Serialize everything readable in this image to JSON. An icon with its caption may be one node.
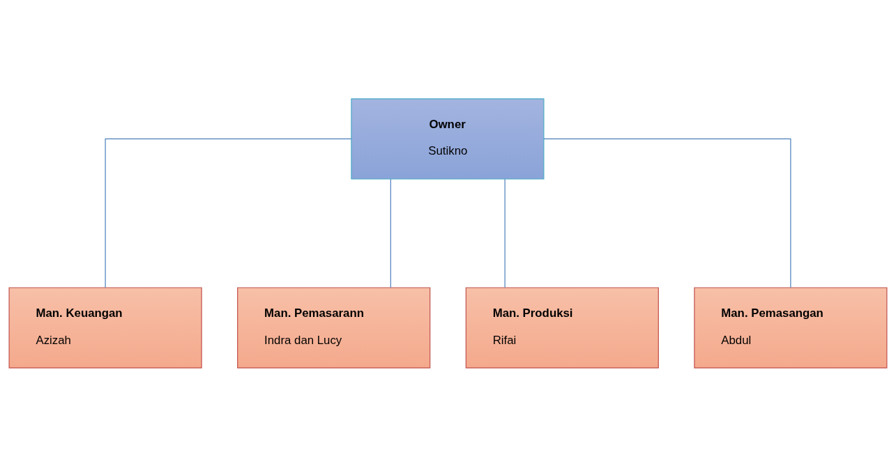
{
  "diagram": {
    "nodes": [
      {
        "text": [
          "Owner",
          "Sutikno"
        ]
      },
      {
        "text": [
          "Man. Keuangan",
          "Azizah"
        ]
      },
      {
        "text": [
          "Man. Pemasarann",
          "Indra dan Lucy"
        ]
      },
      {
        "text": [
          "Man. Produksi",
          "Rifai"
        ]
      },
      {
        "text": [
          "Man. Pemasangan",
          "Abdul"
        ]
      }
    ],
    "edges": [
      {
        "from": 0,
        "to": 1,
        "arrow": "none"
      },
      {
        "from": 0,
        "to": 2,
        "arrow": "none"
      },
      {
        "from": 0,
        "to": 3,
        "arrow": "none"
      },
      {
        "from": 0,
        "to": 4,
        "arrow": "none"
      }
    ]
  }
}
